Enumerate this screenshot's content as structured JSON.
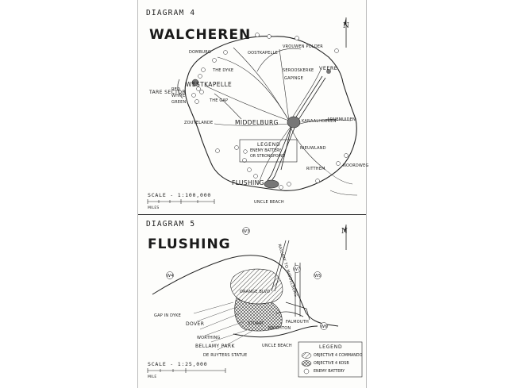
{
  "diagram4": {
    "label": "DIAGRAM 4",
    "title": "WALCHEREN",
    "north": "N",
    "places": {
      "domburg": "DOMBURG",
      "westkapelle": "WESTKAPELLE",
      "zoutelande": "ZOUTELANDE",
      "middelburg": "MIDDELBURG",
      "flushing": "FLUSHING",
      "veere": "VEERE",
      "oostkapelle": "OOSTKAPELLE",
      "vrouwenpolder": "VROUWEN POLDER",
      "serooskerke": "SEROOSKERKE",
      "gapinge": "GAPINGE",
      "arnemuiden": "ARNEMUIDEN",
      "kanaal": "KANAALHOEKEN",
      "nieuwland": "NIEUWLAND",
      "ritthem": "RITTHEM",
      "uncle_beach": "UNCLE BEACH",
      "tare_sector": "TARE SECTOR",
      "red": "RED",
      "white": "WHITE",
      "green": "GREEN",
      "the_dyke": "THE DYKE",
      "the_gap": "THE GAP",
      "noordwijk": "NOORDWEG"
    },
    "legend": {
      "title": "LEGEND",
      "line1": "ENEMY BATTERY",
      "line2": "OR STRONGPOINT"
    },
    "scale": "SCALE - 1:100,000",
    "scale_unit": "MILES"
  },
  "diagram5": {
    "label": "DIAGRAM 5",
    "title": "FLUSHING",
    "north": "N",
    "places": {
      "gap_in_dyke": "GAP IN DYKE",
      "dover": "DOVER",
      "worthing": "WORTHING",
      "bellamy_park": "BELLAMY PARK",
      "de_ruyters": "DE RUYTERS STATUE",
      "uncle_beach": "UNCLE BEACH",
      "orange_blvd": "ORANGE BLVD",
      "stuart": "STUART",
      "falmouth": "FALMOUTH",
      "brighton": "BRIGHTON",
      "railway": "RAILWAY TO MIDDELBURG"
    },
    "batteries": [
      "W3",
      "W4",
      "W5",
      "W6",
      "W7"
    ],
    "legend": {
      "title": "LEGEND",
      "line1": "OBJECTIVE 4 COMMANDO",
      "line2": "OBJECTIVE 4 KOSB",
      "line3": "ENEMY BATTERY"
    },
    "scale": "SCALE - 1:25,000",
    "scale_unit": "MILE"
  }
}
